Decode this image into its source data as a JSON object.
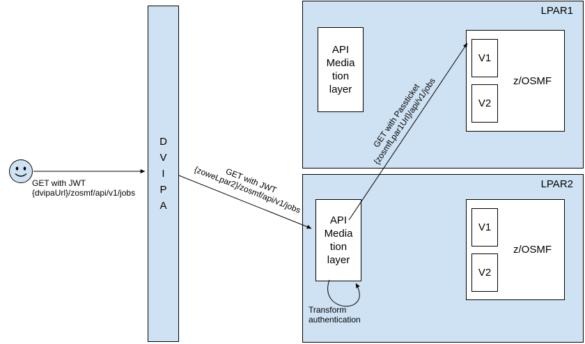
{
  "colors": {
    "box_fill": "#cfe2f3",
    "inner_fill": "#ffffff",
    "border": "#000000"
  },
  "client": {
    "request_line1": "GET with JWT",
    "request_line2": "{dvipaUrl}/zosmf/api/v1/jobs"
  },
  "dvipa": {
    "letters": [
      "D",
      "V",
      "I",
      "P",
      "A"
    ]
  },
  "lpar1": {
    "title": "LPAR1",
    "apiml_lines": [
      "API",
      "Media",
      "tion",
      "layer"
    ],
    "zosmf": {
      "label": "z/OSMF",
      "versions": [
        "V1",
        "V2"
      ]
    }
  },
  "lpar2": {
    "title": "LPAR2",
    "apiml_lines": [
      "API",
      "Media",
      "tion",
      "layer"
    ],
    "zosmf": {
      "label": "z/OSMF",
      "versions": [
        "V1",
        "V2"
      ]
    }
  },
  "arrows": {
    "dvipa_to_lpar2": {
      "line1": "GET with JWT",
      "line2": "{zoweLpar2}/zosmf/api/v1/jobs"
    },
    "lpar2_to_lpar1_zosmf": {
      "line1": "GET with Passticket",
      "line2": "{zosmfLpar1Url}/api/v1/jobs"
    },
    "transform": {
      "line1": "Transform",
      "line2": "authentication"
    }
  }
}
